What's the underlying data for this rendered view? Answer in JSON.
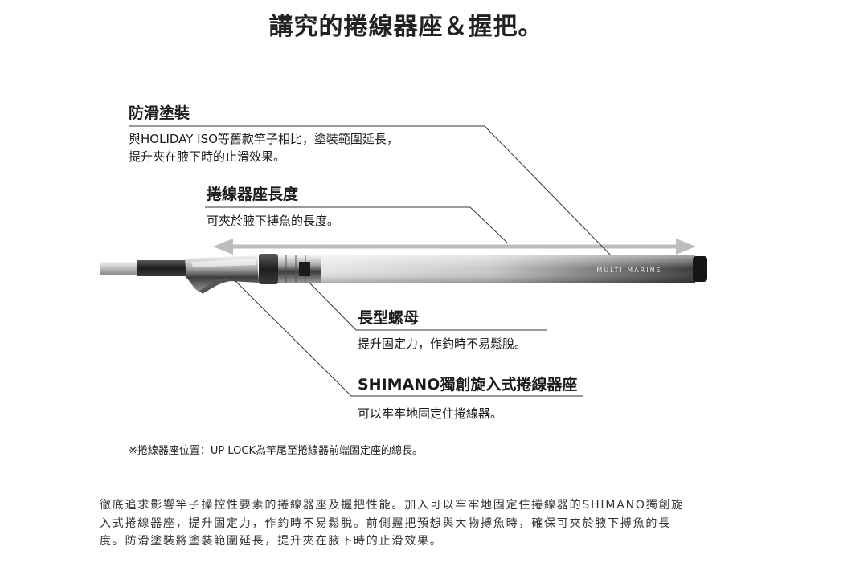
{
  "title": "講究的捲線器座＆握把。",
  "callouts": {
    "antislip": {
      "heading": "防滑塗裝",
      "lines": [
        "與HOLIDAY ISO等舊款竿子相比，塗裝範圍延長，",
        "提升夾在腋下時的止滑效果。"
      ]
    },
    "reel_seat_length": {
      "heading": "捲線器座長度",
      "lines": [
        "可夾於腋下搏魚的長度。"
      ]
    },
    "long_nut": {
      "heading": "長型螺母",
      "lines": [
        "提升固定力，作釣時不易鬆脫。"
      ]
    },
    "screw_seat": {
      "heading": "SHIMANO獨創旋入式捲線器座",
      "lines": [
        "可以牢牢地固定住捲線器。"
      ]
    }
  },
  "rod_label": "MULTI MARINE",
  "note": "※捲線器座位置：UP LOCK為竿尾至捲線器前端固定座的總長。",
  "description": [
    "徹底追求影響竿子操控性要素的捲線器座及握把性能。加入可以牢牢地固定住捲線器的SHIMANO獨創旋",
    "入式捲線器座，提升固定力，作釣時不易鬆脫。前側握把預想與大物搏魚時，確保可夾於腋下搏魚的長",
    "度。防滑塗裝將塗裝範圍延長，提升夾在腋下時的止滑效果。"
  ],
  "colors": {
    "arrow": "#bdbdbd",
    "leader": "#333333",
    "grip_dark": "#2b2b2b",
    "grip_light": "#d9d9d9"
  }
}
